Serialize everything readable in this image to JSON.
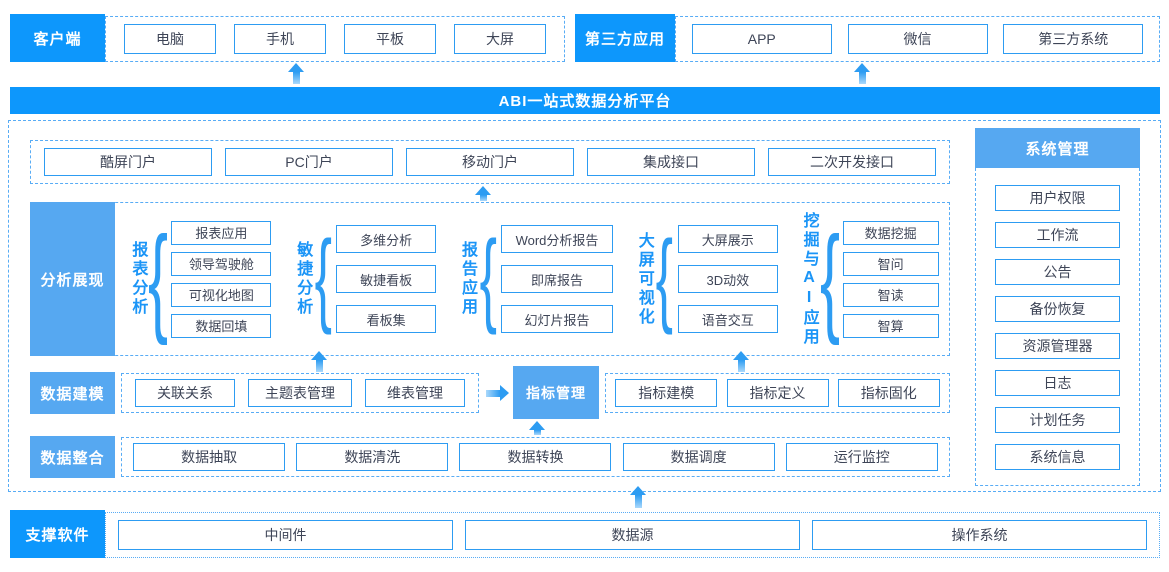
{
  "palette": {
    "primary": "#0D97FC",
    "soft_blue": "#56A8F1",
    "box_border": "#2D9CF2",
    "dash_border": "#58ACF5",
    "box_text": "#3E4557",
    "group_label": "#1B95F7"
  },
  "icons": {
    "arrow_up": "css-triangle-up",
    "arrow_right": "css-triangle-right",
    "brace": "{"
  },
  "top": {
    "client": {
      "label": "客户端",
      "items": [
        "电脑",
        "手机",
        "平板",
        "大屏"
      ]
    },
    "third_party": {
      "label": "第三方应用",
      "items": [
        "APP",
        "微信",
        "第三方系统"
      ]
    }
  },
  "platform": {
    "title": "ABI一站式数据分析平台"
  },
  "portal": {
    "items": [
      "酷屏门户",
      "PC门户",
      "移动门户",
      "集成接口",
      "二次开发接口"
    ]
  },
  "analysis": {
    "label": "分析展现",
    "groups": [
      {
        "name": "报表分析",
        "items": [
          "报表应用",
          "领导驾驶舱",
          "可视化地图",
          "数据回填"
        ]
      },
      {
        "name": "敏捷分析",
        "items": [
          "多维分析",
          "敏捷看板",
          "看板集"
        ]
      },
      {
        "name": "报告应用",
        "items": [
          "Word分析报告",
          "即席报告",
          "幻灯片报告"
        ]
      },
      {
        "name": "大屏可视化",
        "items": [
          "大屏展示",
          "3D动效",
          "语音交互"
        ]
      },
      {
        "name": "挖掘与AI应用",
        "items": [
          "数据挖掘",
          "智问",
          "智读",
          "智算"
        ]
      }
    ]
  },
  "modeling": {
    "label": "数据建模",
    "left_items": [
      "关联关系",
      "主题表管理",
      "维表管理"
    ],
    "highlight": "指标管理",
    "right_items": [
      "指标建模",
      "指标定义",
      "指标固化"
    ]
  },
  "integration": {
    "label": "数据整合",
    "items": [
      "数据抽取",
      "数据清洗",
      "数据转换",
      "数据调度",
      "运行监控"
    ]
  },
  "system": {
    "label": "系统管理",
    "items": [
      "用户权限",
      "工作流",
      "公告",
      "备份恢复",
      "资源管理器",
      "日志",
      "计划任务",
      "系统信息"
    ]
  },
  "support": {
    "label": "支撑软件",
    "items": [
      "中间件",
      "数据源",
      "操作系统"
    ]
  }
}
